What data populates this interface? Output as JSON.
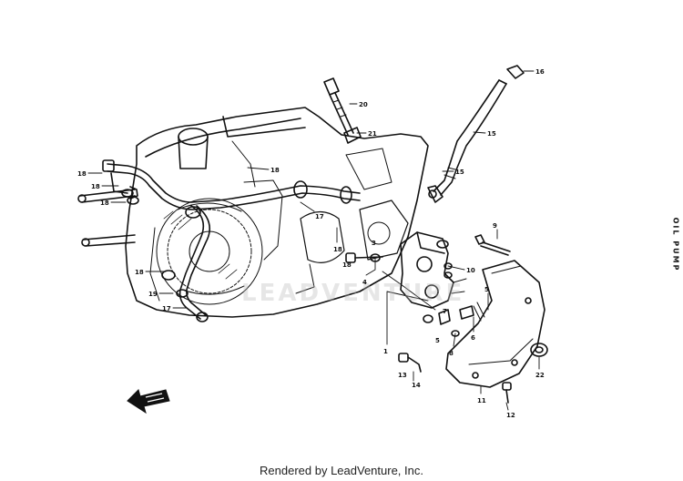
{
  "diagram": {
    "title": "OIL PUMP",
    "watermark": "LEADVENTURE",
    "callouts": {
      "c1": "16",
      "c2": "20",
      "c3": "21",
      "c4": "15",
      "c5": "15",
      "c6": "18",
      "c7": "18",
      "c8": "18",
      "c9": "18",
      "c10": "18",
      "c11": "19",
      "c12": "17",
      "c13": "17",
      "c14": "18",
      "c15": "18",
      "c16": "3",
      "c17": "4",
      "c18": "9",
      "c19": "10",
      "c20": "5",
      "c21": "6",
      "c22": "8",
      "c23": "7",
      "c24": "5",
      "c25": "1",
      "c26": "13",
      "c27": "11",
      "c28": "22",
      "c29": "14",
      "c30": "12"
    }
  },
  "footer": {
    "text": "Rendered by LeadVenture, Inc."
  }
}
